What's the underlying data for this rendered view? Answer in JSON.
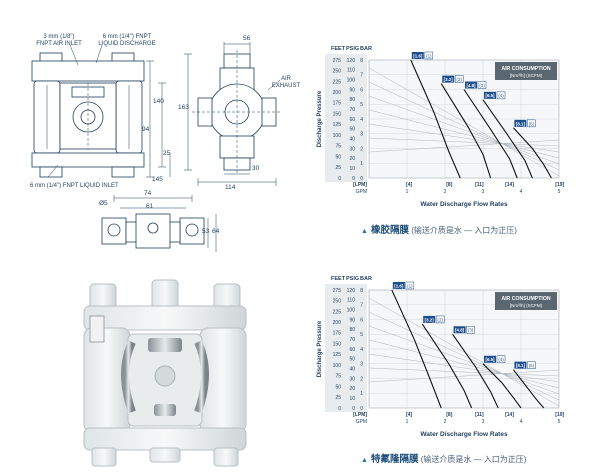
{
  "drawing": {
    "callout_air_inlet": "3 mm (1/8\")\nFNPT AIR INLET",
    "callout_liquid_discharge": "6 mm (1/4\") FNPT\nLIQUID DISCHARGE",
    "callout_liquid_inlet": "6 mm (1/4\") FNPT LIQUID INLET",
    "callout_air_exhaust": "AIR\nEXHAUST",
    "dims": {
      "d56": "56",
      "d140": "140",
      "d94": "94",
      "d25": "25",
      "d163": "163",
      "d145": "145",
      "d30": "30",
      "d114": "114",
      "phi5": "Ø5",
      "d74": "74",
      "d61": "61",
      "d53": "53",
      "d64": "64"
    }
  },
  "charts": [
    {
      "caption_main": "橡胶隔膜",
      "caption_sub": "(输送介质是水 — 入口为正压)",
      "chart_data": {
        "type": "line",
        "units_header": [
          "FEET",
          "PSIG",
          "BAR"
        ],
        "ylabel": "Discharge Pressure",
        "xlabel": "Water Discharge Flow Rates",
        "legend_title": "AIR CONSUMPTION",
        "legend_sub": "[Nm³/h] (SCFM)",
        "feet_ticks": [
          "275",
          "250",
          "225",
          "200",
          "175",
          "150",
          "125",
          "100",
          "75",
          "50",
          "25",
          "0"
        ],
        "psig_ticks": [
          "120",
          "110",
          "100",
          "90",
          "80",
          "70",
          "60",
          "50",
          "40",
          "30",
          "20",
          "10",
          "0"
        ],
        "bar_ticks": [
          "8",
          "7",
          "6",
          "5",
          "4",
          "3",
          "2",
          "1",
          "0"
        ],
        "lpm_ticks": [
          "[LPM]",
          "[4]",
          "[8]",
          "[11]",
          "[14]",
          "[19]"
        ],
        "gpm_ticks": [
          "GPM",
          "1",
          "2",
          "3",
          "4",
          "5"
        ],
        "xlim_gpm": [
          0,
          5
        ],
        "ylim_bar": [
          0,
          8
        ],
        "tags": [
          {
            "bracket": "[1.6]",
            "paren": "(1)"
          },
          {
            "bracket": "[3.2]",
            "paren": "(2)"
          },
          {
            "bracket": "[4.8]",
            "paren": "(3)"
          },
          {
            "bracket": "[6.5]",
            "paren": "(4)"
          },
          {
            "bracket": "[8.1]",
            "paren": "(5)"
          }
        ],
        "series": [
          {
            "name": "1.6",
            "points": [
              [
                1.1,
                8.0
              ],
              [
                1.7,
                4.5
              ],
              [
                2.1,
                1.8
              ],
              [
                2.4,
                0
              ]
            ]
          },
          {
            "name": "3.2",
            "points": [
              [
                1.9,
                6.4
              ],
              [
                2.6,
                3.5
              ],
              [
                3.0,
                1.6
              ],
              [
                3.2,
                0
              ]
            ]
          },
          {
            "name": "4.8",
            "points": [
              [
                2.5,
                6.0
              ],
              [
                3.2,
                3.3
              ],
              [
                3.7,
                1.3
              ],
              [
                3.9,
                0
              ]
            ]
          },
          {
            "name": "6.5",
            "points": [
              [
                3.0,
                5.3
              ],
              [
                3.6,
                3.1
              ],
              [
                4.1,
                1.2
              ],
              [
                4.3,
                0
              ]
            ]
          },
          {
            "name": "8.1",
            "points": [
              [
                3.8,
                3.4
              ],
              [
                4.3,
                2.0
              ],
              [
                4.6,
                0.9
              ],
              [
                4.8,
                0
              ]
            ]
          }
        ]
      }
    },
    {
      "caption_main": "特氟隆隔膜",
      "caption_sub": "(输送介质是水 — 入口为正压)",
      "chart_data": {
        "type": "line",
        "units_header": [
          "FEET",
          "PSIG",
          "BAR"
        ],
        "ylabel": "Discharge Pressure",
        "xlabel": "Water Discharge Flow Rates",
        "legend_title": "AIR CONSUMPTION",
        "legend_sub": "[Nm³/h] (SCFM)",
        "feet_ticks": [
          "275",
          "250",
          "225",
          "200",
          "175",
          "150",
          "125",
          "100",
          "75",
          "50",
          "25",
          "0"
        ],
        "psig_ticks": [
          "120",
          "110",
          "100",
          "90",
          "80",
          "70",
          "60",
          "50",
          "40",
          "30",
          "20",
          "10",
          "0"
        ],
        "bar_ticks": [
          "8",
          "7",
          "6",
          "5",
          "4",
          "3",
          "2",
          "1",
          "0"
        ],
        "lpm_ticks": [
          "[LPM]",
          "[4]",
          "[8]",
          "[11]",
          "[14]",
          "[19]"
        ],
        "gpm_ticks": [
          "GPM",
          "1",
          "2",
          "3",
          "4",
          "5"
        ],
        "xlim_gpm": [
          0,
          5
        ],
        "ylim_bar": [
          0,
          8
        ],
        "tags": [
          {
            "bracket": "[1.6]",
            "paren": "(1)"
          },
          {
            "bracket": "[3.2]",
            "paren": "(2)"
          },
          {
            "bracket": "[4.8]",
            "paren": "(3)"
          },
          {
            "bracket": "[6.5]",
            "paren": "(4)"
          },
          {
            "bracket": "[8.1]",
            "paren": "(5)"
          }
        ],
        "series": [
          {
            "name": "1.6",
            "points": [
              [
                0.6,
                8.0
              ],
              [
                1.2,
                4.6
              ],
              [
                1.6,
                2.0
              ],
              [
                1.9,
                0
              ]
            ]
          },
          {
            "name": "3.2",
            "points": [
              [
                1.4,
                5.7
              ],
              [
                2.1,
                3.0
              ],
              [
                2.5,
                1.2
              ],
              [
                2.7,
                0
              ]
            ]
          },
          {
            "name": "4.8",
            "points": [
              [
                2.2,
                5.0
              ],
              [
                2.8,
                2.8
              ],
              [
                3.2,
                1.1
              ],
              [
                3.4,
                0
              ]
            ]
          },
          {
            "name": "6.5",
            "points": [
              [
                3.0,
                3.0
              ],
              [
                3.5,
                1.7
              ],
              [
                3.8,
                0.7
              ],
              [
                4.0,
                0
              ]
            ]
          },
          {
            "name": "8.1",
            "points": [
              [
                3.8,
                2.6
              ],
              [
                4.1,
                1.6
              ],
              [
                4.4,
                0.6
              ],
              [
                4.6,
                0
              ]
            ]
          }
        ]
      }
    }
  ]
}
